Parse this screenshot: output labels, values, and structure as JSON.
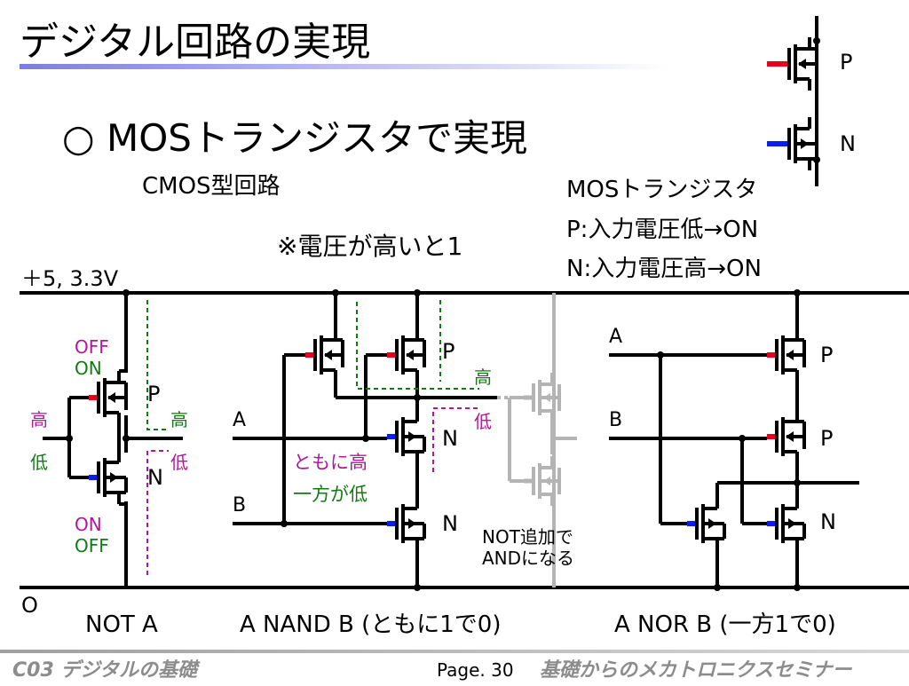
{
  "title": "デジタル回路の実現",
  "heading": "○ MOSトランジスタで実現",
  "subheading": "CMOS型回路",
  "note": "※電圧が高いと1",
  "legend": {
    "title": "MOSトランジスタ",
    "p_rule": "P:入力電圧低→ON",
    "n_rule": "N:入力電圧高→ON",
    "p_label": "P",
    "n_label": "N"
  },
  "rails": {
    "vdd": "＋5, 3.3V",
    "gnd": "O"
  },
  "not_gate": {
    "caption": "NOT A",
    "p_label": "P",
    "n_label": "N",
    "off_label": "OFF",
    "on_label": "ON",
    "on2_label": "ON",
    "off2_label": "OFF",
    "in_high": "高",
    "in_low": "低",
    "out_high": "高",
    "out_low": "低"
  },
  "nand_gate": {
    "caption": "A NAND B (ともに1で0)",
    "input_a": "A",
    "input_b": "B",
    "p_label_1": "P",
    "n_label_1": "N",
    "n_label_2": "N",
    "both_high": "ともに高",
    "one_low": "一方が低",
    "out_high": "高",
    "out_low": "低",
    "not_note_1": "NOT追加で",
    "not_note_2": "ANDになる"
  },
  "nor_gate": {
    "caption": "A NOR B (一方1で0)",
    "input_a": "A",
    "input_b": "B",
    "p_label_1": "P",
    "p_label_2": "P",
    "n_label": "N"
  },
  "footer": {
    "left": "C03 デジタルの基礎",
    "page": "Page. 30",
    "right": "基礎からのメカトロニクスセミナー"
  },
  "colors": {
    "p_gate": "#e8001c",
    "n_gate": "#0a1ef0",
    "high": "#b4169a",
    "low": "#137a13",
    "ghost": "#b4b4b4",
    "title_bar": "#7d7de0"
  }
}
